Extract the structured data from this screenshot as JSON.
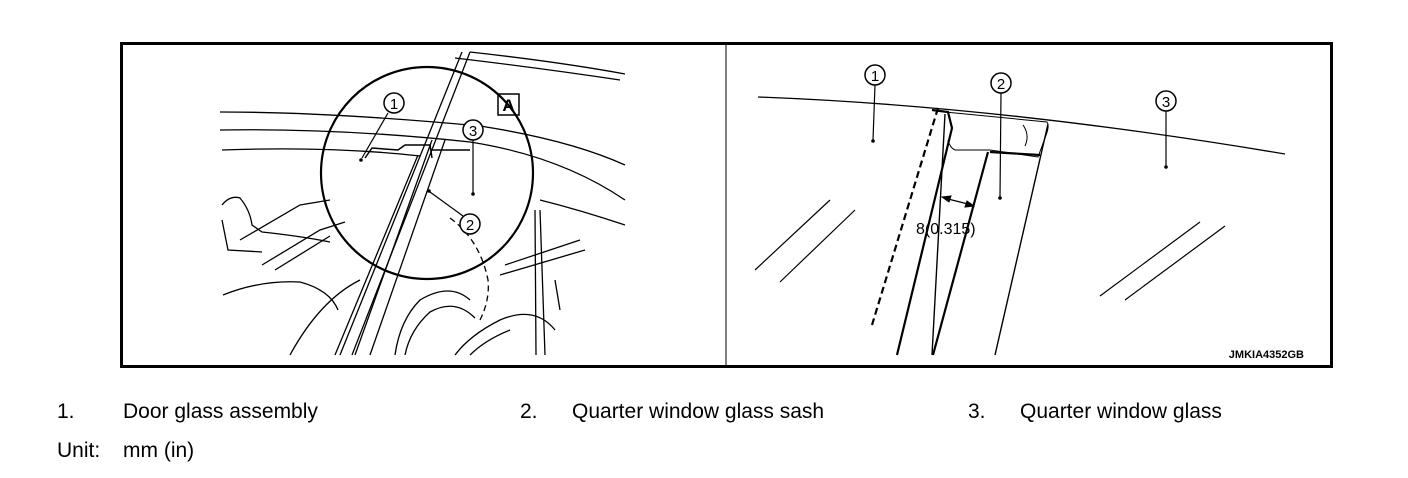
{
  "figure": {
    "callout_letter": "A",
    "balloons": [
      "1",
      "2",
      "3"
    ],
    "dimension_label": "8(0.315)",
    "code": "JMKIA4352GB"
  },
  "legend": {
    "items": [
      {
        "number": "1.",
        "text": "Door glass assembly"
      },
      {
        "number": "2.",
        "text": "Quarter window glass sash"
      },
      {
        "number": "3.",
        "text": "Quarter window glass"
      }
    ],
    "unit_label": "Unit:",
    "unit_value": "mm (in)"
  }
}
